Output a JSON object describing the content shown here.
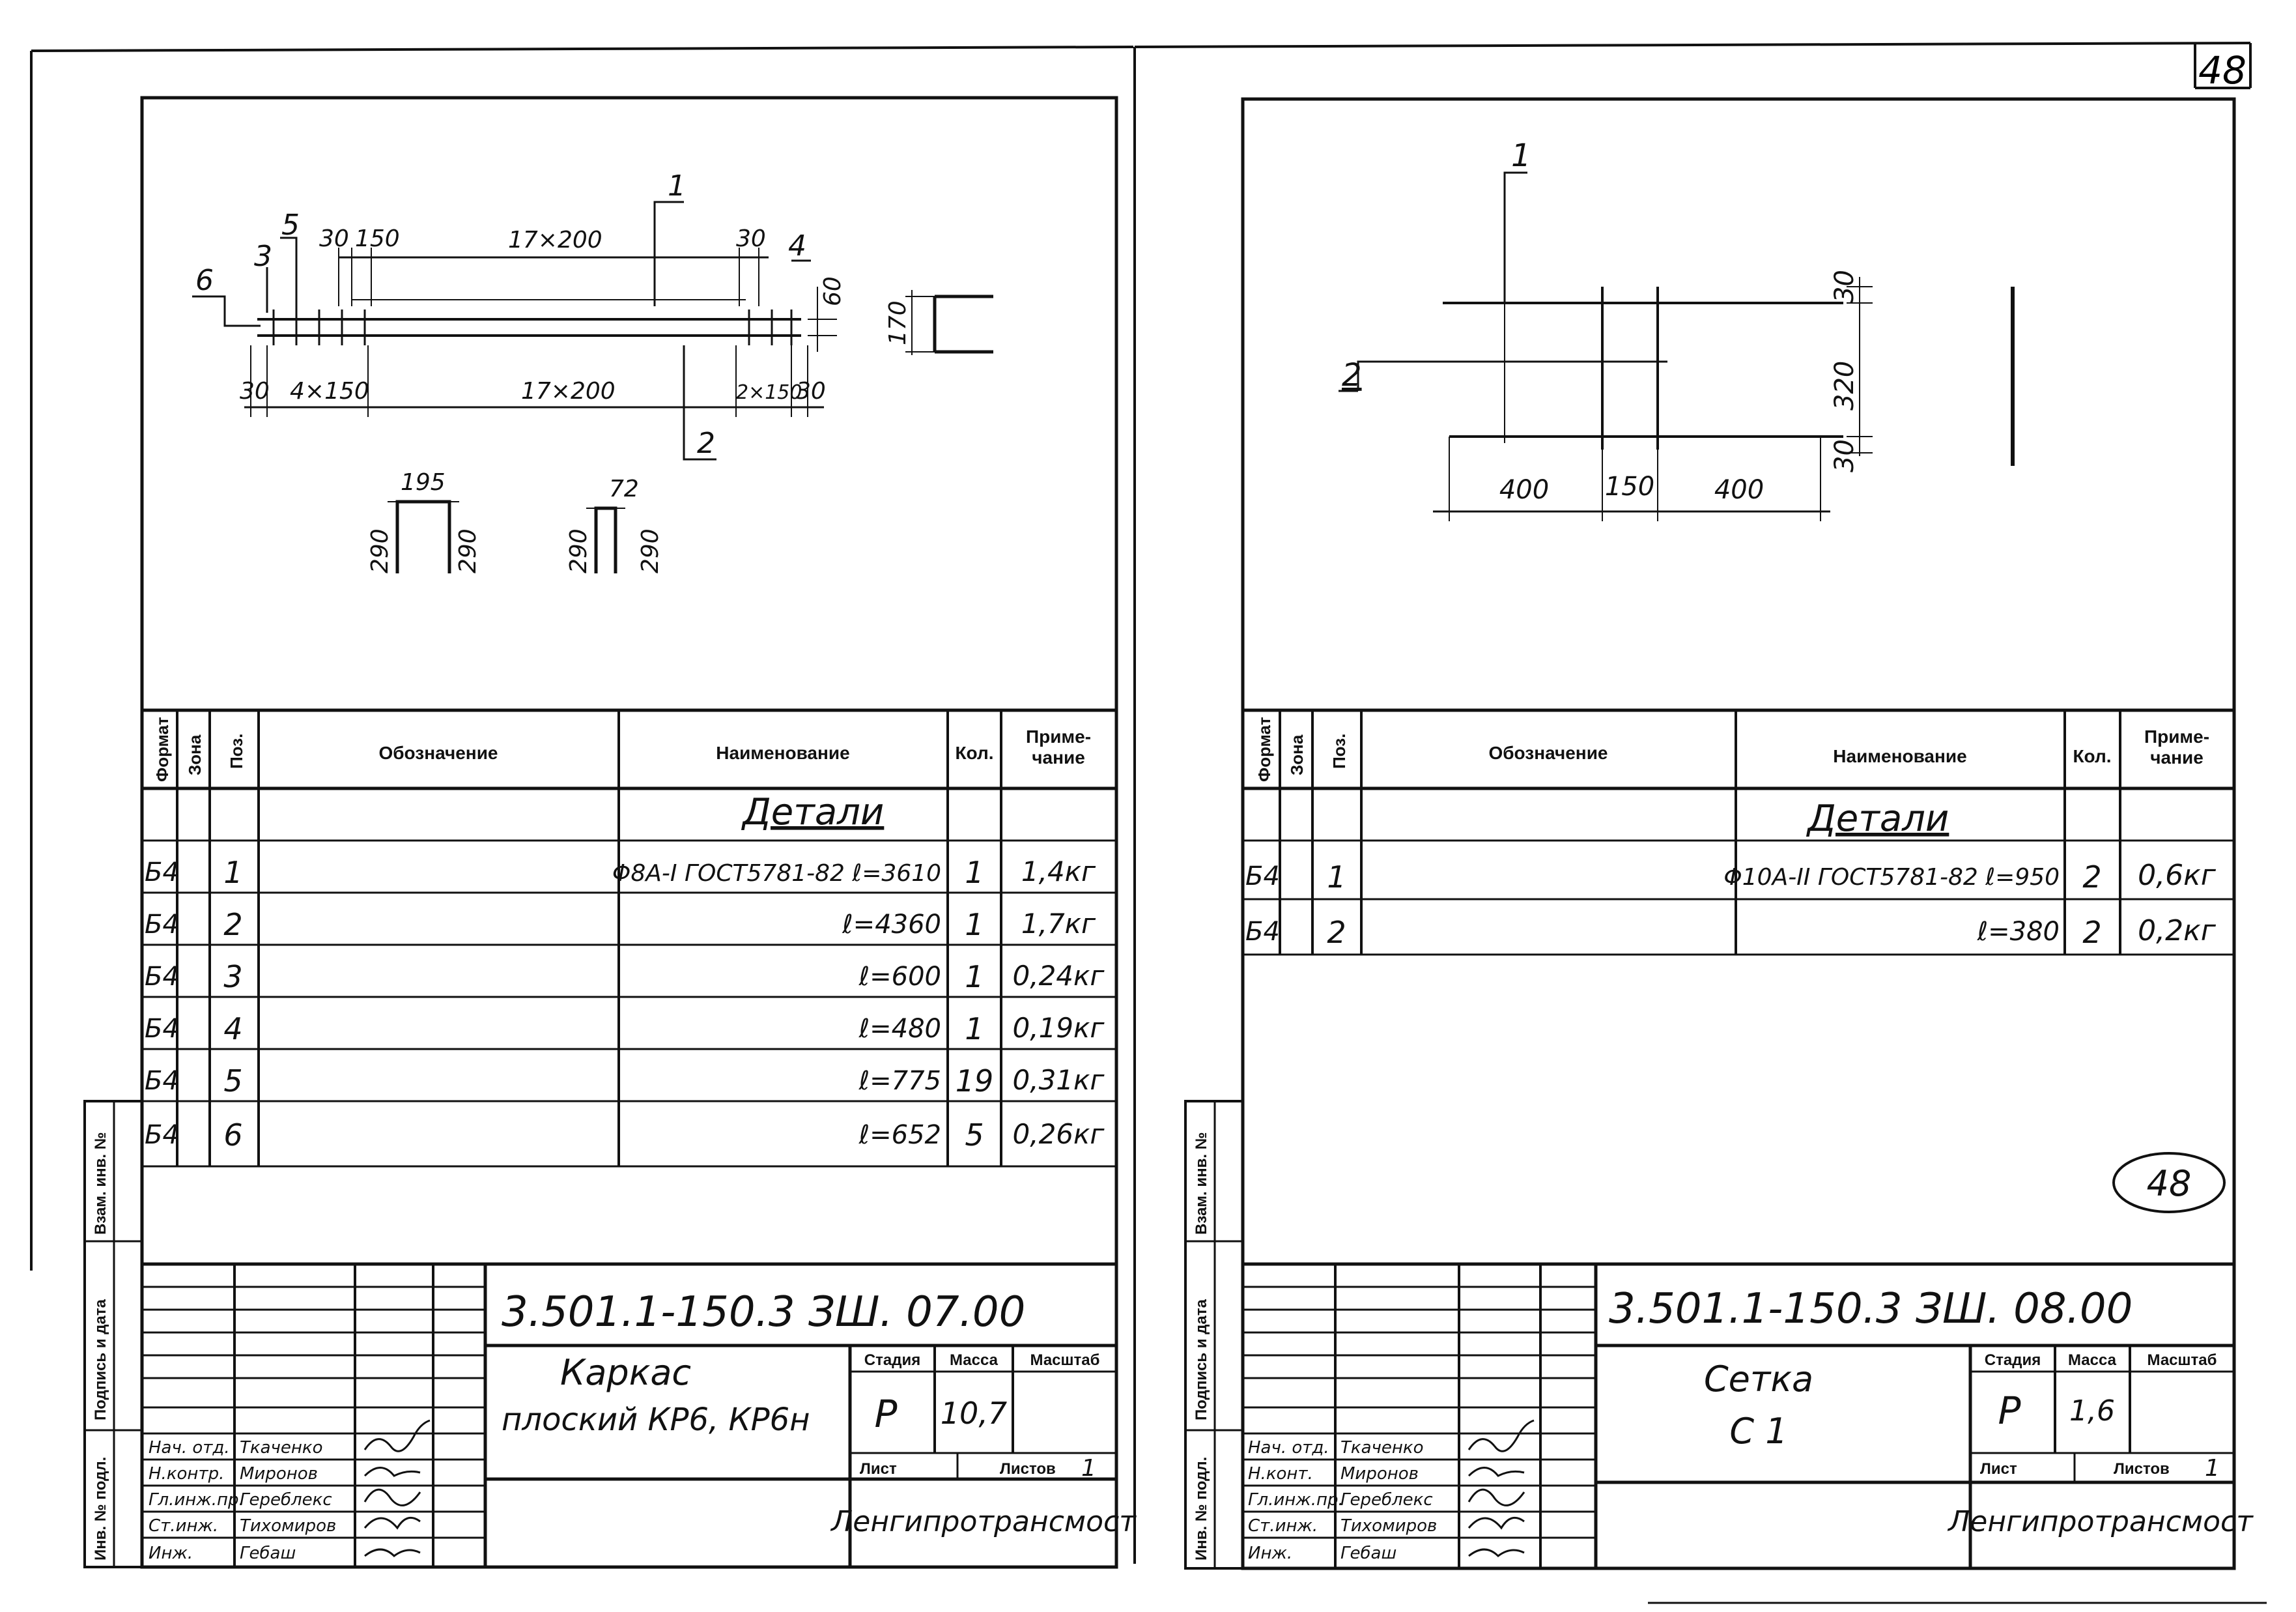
{
  "page_number": "48",
  "stamp_number": "48",
  "column_headers": {
    "format": "Формат",
    "zone": "Зона",
    "pos": "Поз.",
    "designation": "Обозначение",
    "name": "Наименование",
    "qty": "Кол.",
    "note_line1": "Приме-",
    "note_line2": "чание"
  },
  "side_labels": {
    "inv_exchange": "Взам. инв. №",
    "sign_date": "Подпись и дата",
    "inv_orig": "Инв. № подл."
  },
  "left_sheet": {
    "drawing": {
      "pos_labels": [
        "1",
        "2",
        "3",
        "4",
        "5",
        "6"
      ],
      "top_dims": [
        "30",
        "150",
        "17×200",
        "30"
      ],
      "bottom_dims": [
        "30",
        "4×150",
        "17×200",
        "2×150",
        "30"
      ],
      "height_dims": [
        "60",
        "170"
      ],
      "stirrup_a": {
        "width": "195",
        "left": "290",
        "right": "290"
      },
      "stirrup_b": {
        "width": "72",
        "left": "290",
        "right": "290"
      }
    },
    "section_title": "Детали",
    "rows": [
      {
        "format": "Б4",
        "pos": "1",
        "name": "Φ8А-I ГОСТ5781-82 ℓ=3610",
        "qty": "1",
        "note": "1,4кг"
      },
      {
        "format": "Б4",
        "pos": "2",
        "name": "ℓ=4360",
        "qty": "1",
        "note": "1,7кг"
      },
      {
        "format": "Б4",
        "pos": "3",
        "name": "ℓ=600",
        "qty": "1",
        "note": "0,24кг"
      },
      {
        "format": "Б4",
        "pos": "4",
        "name": "ℓ=480",
        "qty": "1",
        "note": "0,19кг"
      },
      {
        "format": "Б4",
        "pos": "5",
        "name": "ℓ=775",
        "qty": "19",
        "note": "0,31кг"
      },
      {
        "format": "Б4",
        "pos": "6",
        "name": "ℓ=652",
        "qty": "5",
        "note": "0,26кг"
      }
    ],
    "title_block": {
      "code": "3.501.1-150.3 ЗШ. 07.00",
      "title_line1": "Каркас",
      "title_line2": "плоский КР6, КР6н",
      "stage_label": "Стадия",
      "mass_label": "Масса",
      "scale_label": "Масштаб",
      "stage": "Р",
      "mass": "10,7",
      "scale": "",
      "sheet_label": "Лист",
      "sheets_label": "Листов",
      "sheets": "1",
      "org": "Ленгипротрансмост",
      "signers": [
        {
          "role": "Нач. отд.",
          "name": "Ткаченко"
        },
        {
          "role": "Н.контр.",
          "name": "Миронов"
        },
        {
          "role": "Гл.инж.пр.",
          "name": "Гереблекс"
        },
        {
          "role": "Ст.инж.",
          "name": "Тихомиров"
        },
        {
          "role": "Инж.",
          "name": "Гебаш"
        }
      ]
    }
  },
  "right_sheet": {
    "drawing": {
      "pos_labels": [
        "1",
        "2"
      ],
      "vertical_dims": [
        "30",
        "320",
        "30"
      ],
      "horizontal_dims": [
        "400",
        "150",
        "400"
      ]
    },
    "section_title": "Детали",
    "rows": [
      {
        "format": "Б4",
        "pos": "1",
        "name": "Φ10А-II ГОСТ5781-82 ℓ=950",
        "qty": "2",
        "note": "0,6кг"
      },
      {
        "format": "Б4",
        "pos": "2",
        "name": "ℓ=380",
        "qty": "2",
        "note": "0,2кг"
      }
    ],
    "title_block": {
      "code": "3.501.1-150.3 ЗШ. 08.00",
      "title_line1": "Сетка",
      "title_line2": "С 1",
      "stage_label": "Стадия",
      "mass_label": "Масса",
      "scale_label": "Масштаб",
      "stage": "Р",
      "mass": "1,6",
      "scale": "",
      "sheet_label": "Лист",
      "sheets_label": "Листов",
      "sheets": "1",
      "org": "Ленгипротрансмост",
      "signers": [
        {
          "role": "Нач. отд.",
          "name": "Ткаченко"
        },
        {
          "role": "Н.конт.",
          "name": "Миронов"
        },
        {
          "role": "Гл.инж.пр.",
          "name": "Гереблекс"
        },
        {
          "role": "Ст.инж.",
          "name": "Тихомиров"
        },
        {
          "role": "Инж.",
          "name": "Гебаш"
        }
      ]
    }
  }
}
